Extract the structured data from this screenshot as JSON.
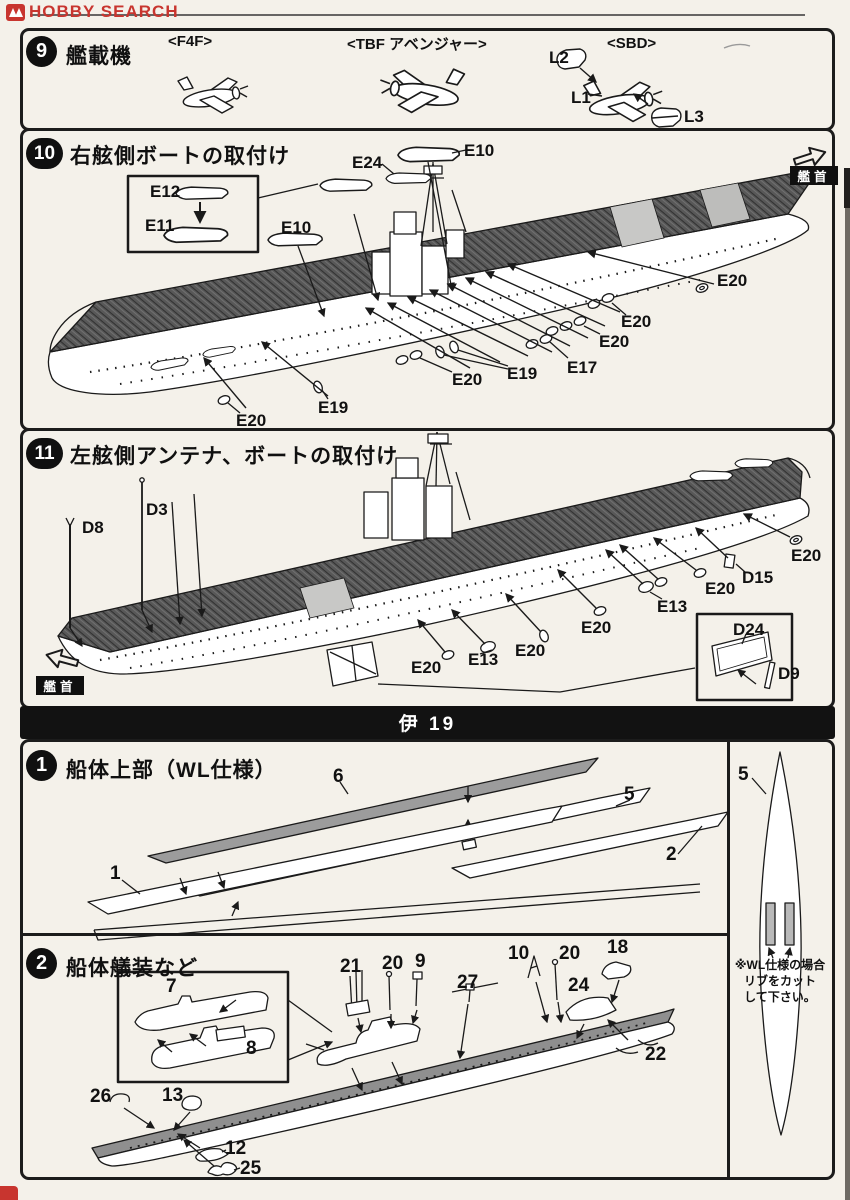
{
  "page": {
    "watermark_brand": "HOBBY SEARCH",
    "banner_text": "伊 19",
    "bow_marker_top": "艦首",
    "bow_marker_bottom": "艦首"
  },
  "step9": {
    "number": "9",
    "title": "艦載機",
    "aircraft_labels": [
      "<F4F>",
      "<TBF アベンジャー>",
      "<SBD>"
    ],
    "part_labels": [
      "L2",
      "L1",
      "L3"
    ]
  },
  "step10": {
    "number": "10",
    "title": "右舷側ボートの取付け",
    "inset_labels": [
      "E12",
      "E11"
    ],
    "part_labels": [
      "E24",
      "E10",
      "E10",
      "E20",
      "E20",
      "E20",
      "E17",
      "E19",
      "E20",
      "E19",
      "E20"
    ]
  },
  "step11": {
    "number": "11",
    "title": "左舷側アンテナ、ボートの取付け",
    "part_labels": [
      "D3",
      "D8",
      "E20",
      "D15",
      "E20",
      "E13",
      "E20",
      "E20",
      "E13",
      "E20"
    ],
    "inset_labels": [
      "D24",
      "D9"
    ]
  },
  "step1": {
    "number": "1",
    "title": "船体上部（WL仕様）",
    "part_labels": [
      "6",
      "5",
      "2",
      "1"
    ],
    "side_panel": {
      "part_label": "5",
      "note_lines": [
        "※WL仕様の場合",
        "リブをカット",
        "して下さい。"
      ]
    }
  },
  "step2": {
    "number": "2",
    "title": "船体艤装など",
    "inset_labels": [
      "7",
      "8"
    ],
    "part_labels": [
      "21",
      "20",
      "9",
      "27",
      "10",
      "20",
      "18",
      "24",
      "22",
      "26",
      "13",
      "12",
      "25"
    ]
  }
}
